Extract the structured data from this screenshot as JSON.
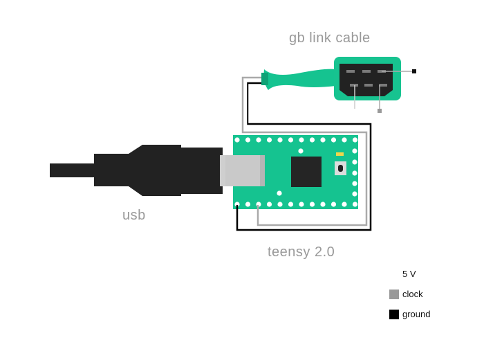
{
  "labels": {
    "cable": "gb link cable",
    "usb": "usb",
    "board": "teensy 2.0"
  },
  "legend": {
    "items": [
      {
        "text": "5 V",
        "color": "#ffffff"
      },
      {
        "text": "clock",
        "color": "#999999"
      },
      {
        "text": "ground",
        "color": "#000000"
      }
    ]
  },
  "colors": {
    "board": "#15c390",
    "board_dark": "#0fa276",
    "connector_bg": "#17c390",
    "connector_body": "#222222",
    "usb_cable": "#222222",
    "wire_5v": "#ffffff",
    "wire_clock": "#aaaaaa",
    "wire_ground": "#000000"
  }
}
